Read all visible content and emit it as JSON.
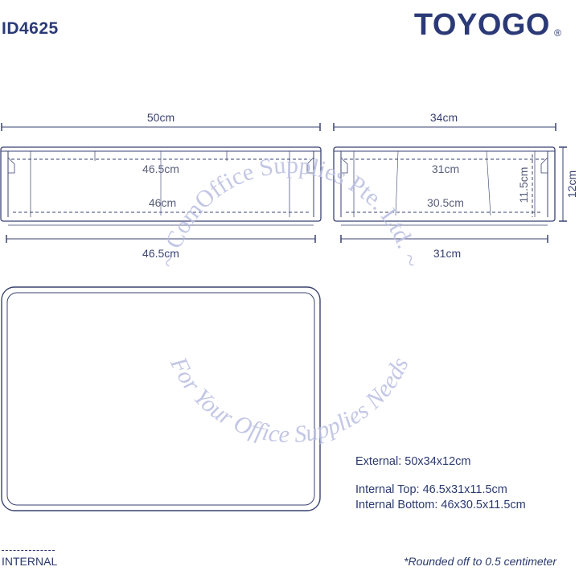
{
  "product_code": "ID4625",
  "brand": {
    "name": "TOYOGO",
    "registered_mark": "®"
  },
  "front_view": {
    "top_width_label": "50cm",
    "internal_top_label": "46.5cm",
    "internal_bottom_label": "46cm",
    "bottom_width_label": "46.5cm"
  },
  "side_view": {
    "top_width_label": "34cm",
    "internal_top_label": "31cm",
    "internal_bottom_label": "30.5cm",
    "bottom_width_label": "31cm",
    "internal_height_label": "11.5cm",
    "external_height_label": "12cm"
  },
  "specs": {
    "external": "External: 50x34x12cm",
    "internal_top": "Internal Top: 46.5x31x11.5cm",
    "internal_bottom": "Internal Bottom: 46x30.5x11.5cm"
  },
  "legend": {
    "dashed_line_label": "INTERNAL"
  },
  "footnote": "*Rounded off to 0.5 centimeter",
  "watermark": {
    "company": "~ ComOffice Supplies Pte. Ltd. ~",
    "slogan": "For Your Office Supplies Needs"
  },
  "colors": {
    "line": "#3a4270",
    "text": "#2b3a77",
    "watermark": "#b9bde0"
  }
}
